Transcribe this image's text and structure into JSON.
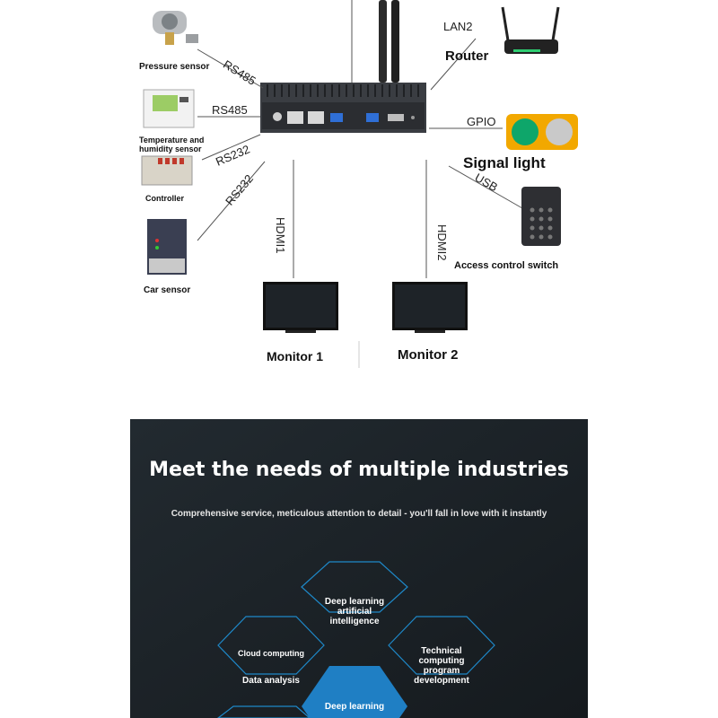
{
  "diagram": {
    "devices": {
      "pressure_sensor": "Pressure sensor",
      "temp_humidity_sensor_line1": "Temperature and",
      "temp_humidity_sensor_line2": "humidity sensor",
      "controller": "Controller",
      "car_sensor": "Car sensor",
      "router": "Router",
      "signal_light": "Signal light",
      "access_control": "Access control switch",
      "monitor_1": "Monitor 1",
      "monitor_2": "Monitor 2"
    },
    "interfaces": {
      "rs485_a": "RS485",
      "rs485_b": "RS485",
      "rs232_a": "RS232",
      "rs232_b": "RS232",
      "lan2": "LAN2",
      "gpio": "GPIO",
      "usb": "USB",
      "hdmi1": "HDMI1",
      "hdmi2": "HDMI2"
    }
  },
  "industries": {
    "title": "Meet the needs of multiple industries",
    "subtitle": "Comprehensive service, meticulous attention to detail - you'll fall in love with it instantly",
    "hexagons": {
      "deep_learning_ai_l1": "Deep learning",
      "deep_learning_ai_l2": "artificial",
      "deep_learning_ai_l3": "intelligence",
      "cloud_computing": "Cloud computing",
      "data_analysis": "Data analysis",
      "technical_l1": "Technical",
      "technical_l2": "computing",
      "technical_l3": "program",
      "technical_l4": "development",
      "deep_learning": "Deep learning"
    },
    "colors": {
      "background": "#1a1f23",
      "hex_outline": "#1e88c8",
      "hex_active": "#1f7fc4"
    }
  }
}
